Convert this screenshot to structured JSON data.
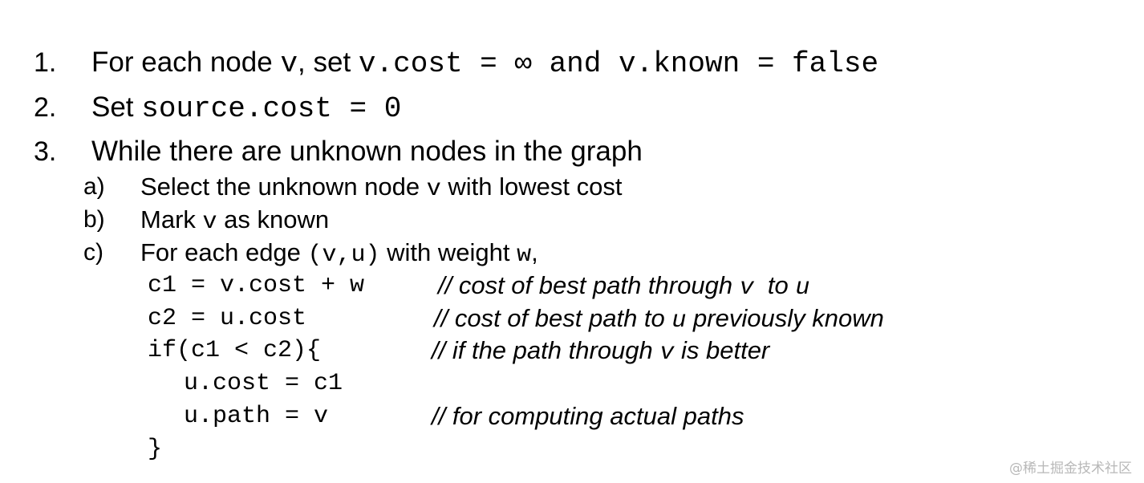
{
  "steps": [
    {
      "number": "1.",
      "parts": [
        "For each node ",
        "v",
        ", set ",
        "v.cost = ∞",
        " and ",
        "v.known = false"
      ]
    },
    {
      "number": "2.",
      "parts": [
        "Set ",
        "source.cost = 0"
      ]
    },
    {
      "number": "3.",
      "parts": [
        "While there are unknown nodes in the graph"
      ]
    }
  ],
  "substeps": [
    {
      "label": "a)",
      "parts": [
        "Select the unknown node ",
        "v",
        " with lowest cost"
      ]
    },
    {
      "label": "b)",
      "parts": [
        "Mark ",
        "v",
        " as known"
      ]
    },
    {
      "label": "c)",
      "parts": [
        "For each edge ",
        "(v,u)",
        " with weight ",
        "w",
        ","
      ]
    }
  ],
  "code": [
    {
      "code": "c1 = v.cost + w",
      "comment": [
        "// cost of best path through ",
        "v",
        "  to ",
        "u"
      ]
    },
    {
      "code": "c2 = u.cost",
      "comment": [
        "// cost of best path to ",
        "u",
        " previously known"
      ]
    },
    {
      "code": "if(c1 < c2){",
      "comment": [
        "// if the path through ",
        "v",
        " is better"
      ]
    },
    {
      "code": "u.cost = c1",
      "comment": []
    },
    {
      "code": "u.path = v",
      "comment": [
        "// for computing actual paths"
      ]
    },
    {
      "code": "}",
      "comment": []
    }
  ],
  "watermark": "@稀土掘金技术社区"
}
